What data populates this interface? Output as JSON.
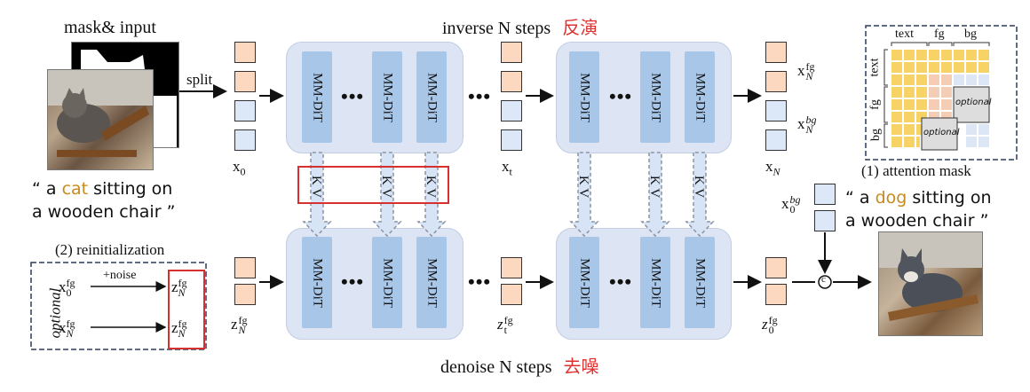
{
  "title_top": "inverse N steps",
  "title_top_cn": "反演",
  "title_bottom": "denoise N steps",
  "title_bottom_cn": "去噪",
  "block_label": "MM-DiT",
  "dots": "•••",
  "kv_label": "K V",
  "input_label": "mask& input",
  "split_label": "split",
  "caption_source_1": "“ a ",
  "caption_source_word": "cat",
  "caption_source_2": " sitting on",
  "caption_source_3": "a wooden chair ”",
  "caption_target_1": "“ a ",
  "caption_target_word": "dog",
  "caption_target_2": " sitting on",
  "caption_target_3": "a wooden chair ”",
  "reinit_title": "(2) reinitialization",
  "optional": "optional",
  "noise_label": "+noise",
  "attn_title": "(1) attention mask",
  "attn_cols": [
    "text",
    "fg",
    "bg"
  ],
  "attn_rows": [
    "text",
    "fg",
    "bg"
  ],
  "attn_optional": "optional",
  "concat_symbol": "c",
  "labels": {
    "x0": "x",
    "x0_sub": "0",
    "xt": "x",
    "xt_sub": "t",
    "xN": "x",
    "xN_sub": "N",
    "xNfg": "x",
    "xNfg_sup": "fg",
    "xNfg_sub": "N",
    "xNbg": "x",
    "xNbg_sup": "bg",
    "xNbg_sub": "N",
    "x0bg": "x",
    "x0bg_sup": "bg",
    "x0bg_sub": "0",
    "zNfg": "z",
    "zNfg_sup": "fg",
    "zNfg_sub": "N",
    "ztfg": "z",
    "ztfg_sup": "fg",
    "ztfg_sub": "t",
    "z0fg": "z",
    "z0fg_sup": "fg",
    "z0fg_sub": "0",
    "r_x0fg": "x",
    "r_x0fg_sup": "fg",
    "r_x0fg_sub": "0",
    "r_xNfg": "x",
    "r_xNfg_sup": "fg",
    "r_xNfg_sub": "N",
    "r_zNfg_a": "z",
    "r_zNfg_a_sup": "fg",
    "r_zNfg_a_sub": "N",
    "r_zNfg_b": "z",
    "r_zNfg_b_sup": "fg",
    "r_zNfg_b_sub": "N"
  },
  "colors": {
    "panel": "#dde5f5",
    "block": "#a8c6e8",
    "token_fg": "#fbd8bf",
    "token_bg": "#dce8f7",
    "highlight": "#d63030",
    "keyword": "#c88a1e",
    "mask_yellow": "#f7d264",
    "mask_pink": "#f4cdb4",
    "mask_grey": "#dddddd",
    "mask_lightblue": "#dce6f5"
  }
}
